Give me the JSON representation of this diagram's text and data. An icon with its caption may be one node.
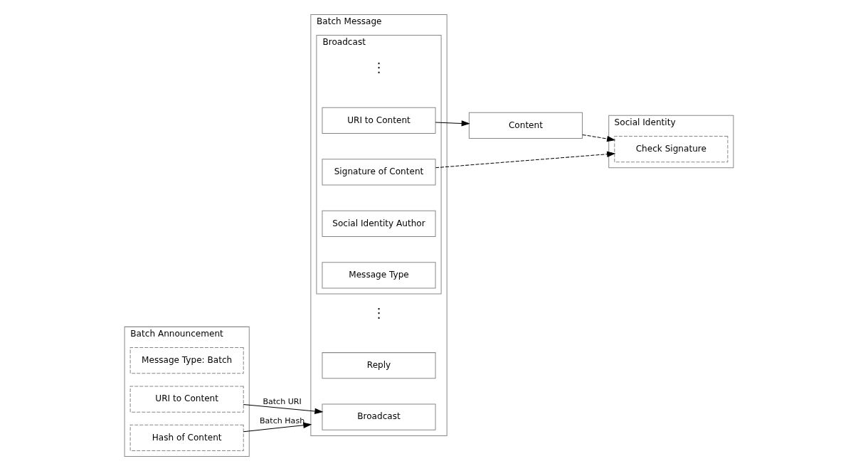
{
  "diagram": {
    "nodes": [
      {
        "text": [
          "Batch Announcement"
        ]
      },
      {
        "text": [
          "Message Type: Batch"
        ],
        "in": 0
      },
      {
        "text": [
          "URI to Content"
        ],
        "in": 0
      },
      {
        "text": [
          "Hash of Content"
        ],
        "in": 0
      },
      {
        "text": [
          "Batch Message"
        ]
      },
      {
        "text": [
          "Broadcast"
        ],
        "in": 4
      },
      {
        "text": [
          "Broadcast"
        ],
        "in": 4
      },
      {
        "text": [
          "Message Type"
        ],
        "in": 6
      },
      {
        "text": [
          "Social Identity Author"
        ],
        "in": 6
      },
      {
        "text": [
          "Signature of Content"
        ],
        "in": 6
      },
      {
        "text": [
          "URI to Content"
        ],
        "in": 6
      },
      {
        "text": [
          "Reply"
        ],
        "in": 4
      },
      {
        "text": [
          "Social Identity"
        ]
      },
      {
        "text": [
          "Check Signature"
        ],
        "in": 12
      },
      {
        "text": [
          "Content"
        ]
      }
    ],
    "edges": [
      {
        "from": 2,
        "to": 5,
        "arrow": "to",
        "label": "Batch URI"
      },
      {
        "from": 3,
        "to": 4,
        "arrow": "to",
        "label": "Batch Hash"
      },
      {
        "from": 9,
        "to": 13,
        "arrow": "to",
        "style": "dashed"
      },
      {
        "from": 14,
        "to": 13,
        "arrow": "to",
        "style": "dashed"
      },
      {
        "from": 10,
        "to": 14,
        "arrow": "to"
      }
    ],
    "labels": [
      "⋮",
      "⋮"
    ]
  }
}
